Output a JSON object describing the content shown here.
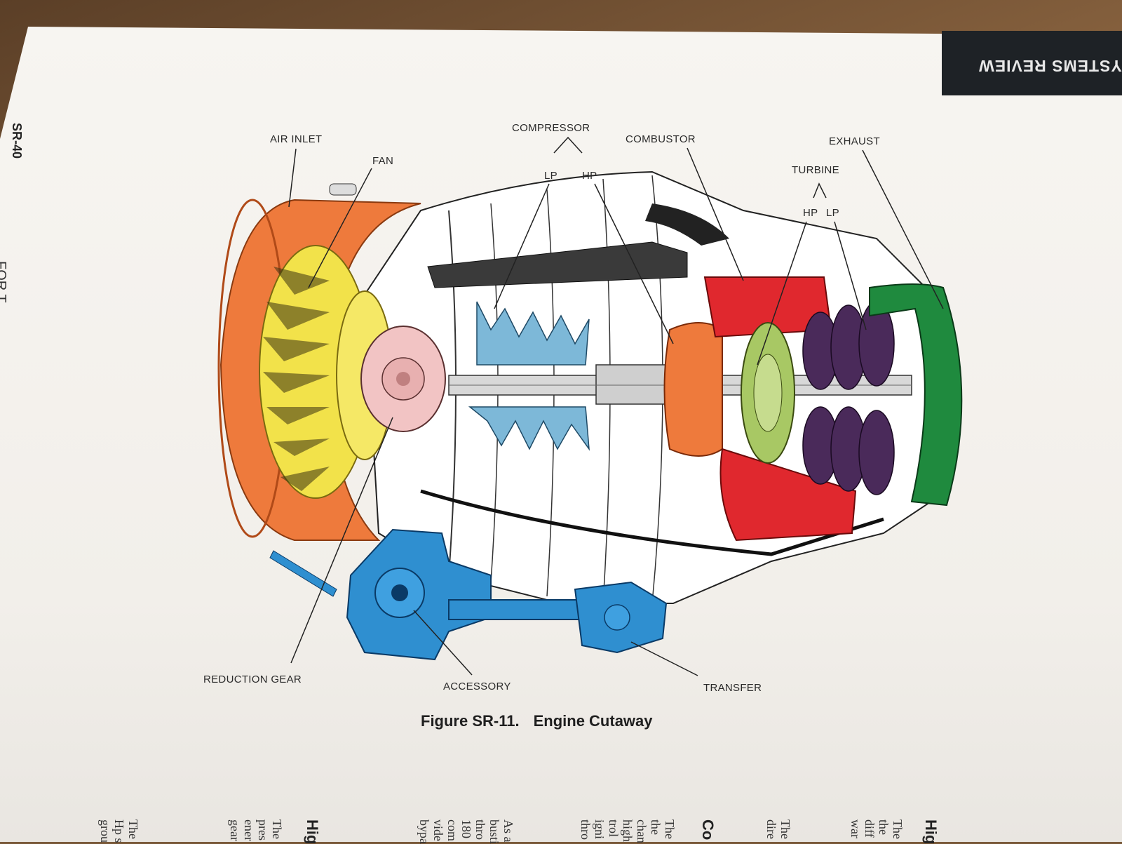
{
  "header": {
    "tab_label": "SYSTEMS REVIEW",
    "page_number": "SR-40",
    "side_text": "FOR T"
  },
  "figure": {
    "labels": {
      "air_inlet": "AIR INLET",
      "fan": "FAN",
      "compressor": "COMPRESSOR",
      "compressor_lp": "LP",
      "compressor_hp": "HP",
      "combustor": "COMBUSTOR",
      "exhaust": "EXHAUST",
      "turbine": "TURBINE",
      "turbine_hp": "HP",
      "turbine_lp": "LP",
      "reduction_gear": "REDUCTION GEAR",
      "accessory": "ACCESSORY",
      "transfer": "TRANSFER"
    },
    "caption_number": "Figure SR-11.",
    "caption_title": "Engine Cutaway"
  },
  "facing_page": {
    "col1": "The",
    "col2": "Hp s",
    "col3": "grou",
    "head1": "Hig",
    "col4": "The",
    "col5": "pres",
    "col6": "ener",
    "col7": "gear",
    "col8": "As a",
    "col9": "busti",
    "col10": "thro",
    "col11": "180",
    "col12": "com",
    "col13": "vide",
    "col14": "bypa",
    "head2": "Co",
    "col15": "The",
    "col16": "the",
    "col17": "chan",
    "col18": "high",
    "col19": "trol",
    "col20": "igni",
    "col21": "thro",
    "col22": "The",
    "col23": "dire",
    "head3": "Hig",
    "col24": "The",
    "col25": "the",
    "col26": "diff",
    "col27": "war"
  },
  "colors": {
    "inlet": "#ee7a3c",
    "fan": "#f2e24a",
    "reduction_gear": "#f2c4c4",
    "compressor": "#7db8d8",
    "combustor": "#e0282e",
    "hp_turbine": "#a8c864",
    "lp_turbine": "#4a2a5a",
    "exhaust": "#1f8a3e",
    "accessory": "#2f8fd0",
    "impeller": "#ee7a3c"
  }
}
